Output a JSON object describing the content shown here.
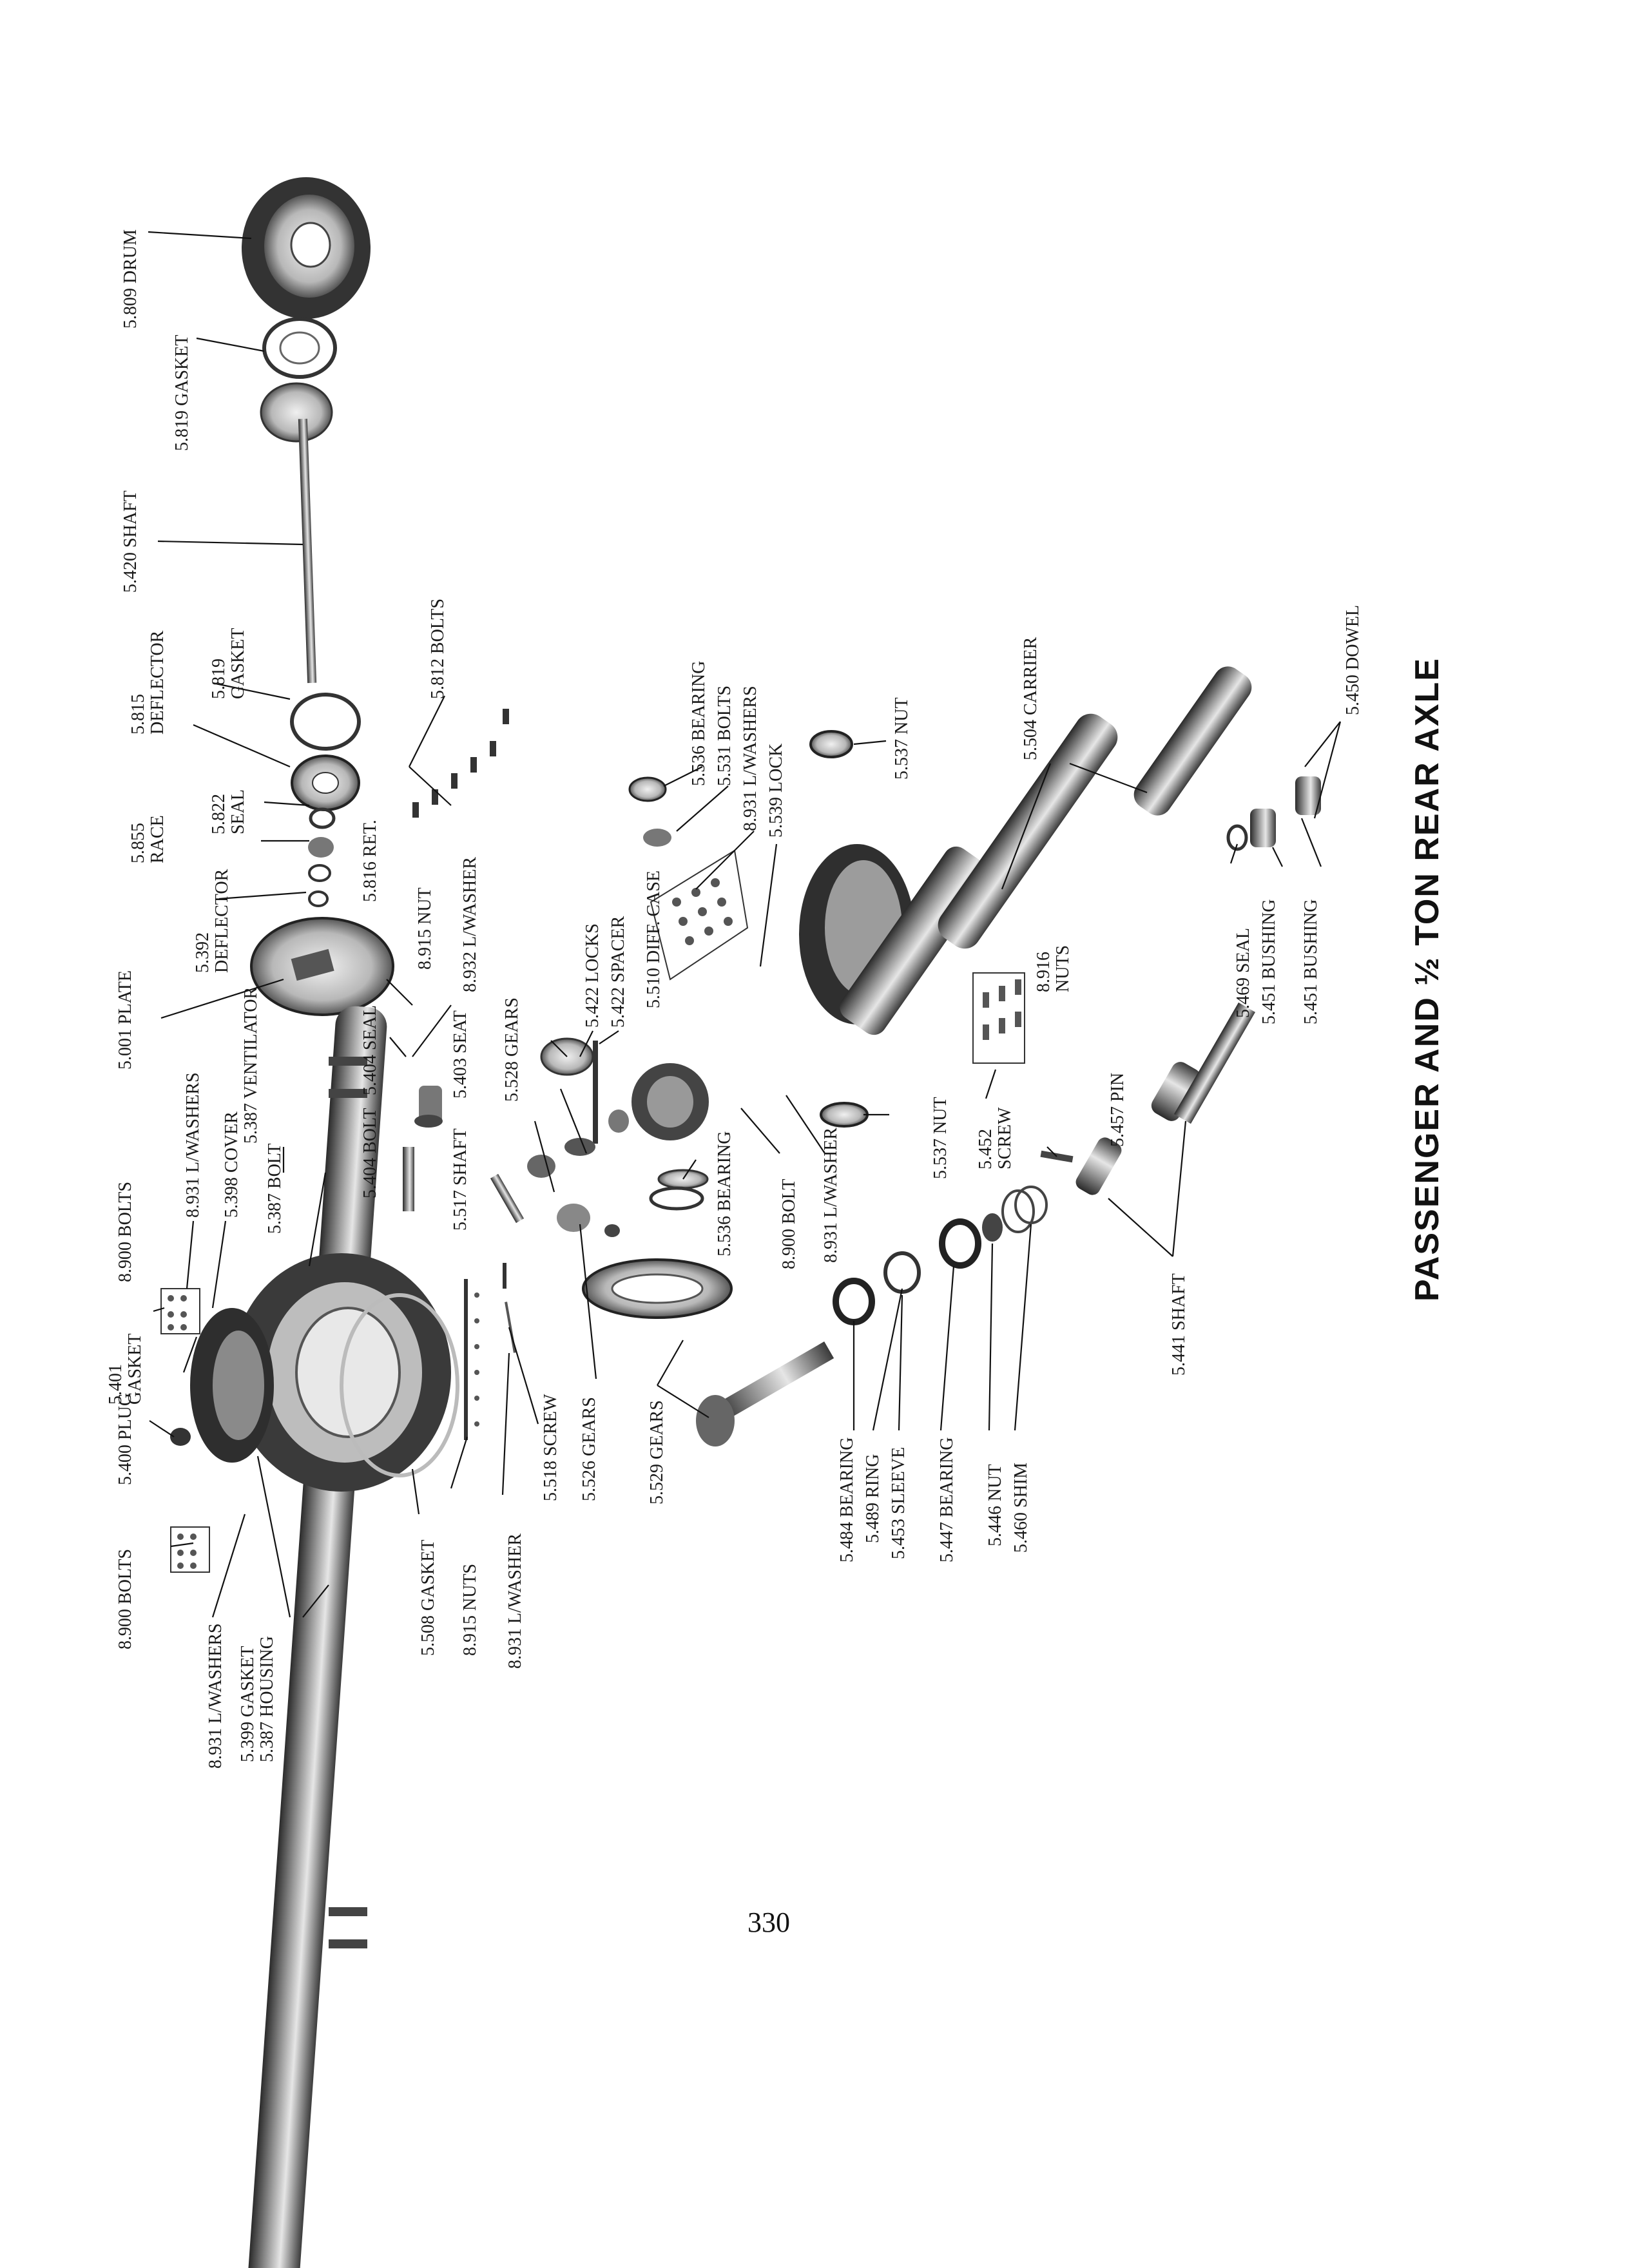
{
  "title": "PASSENGER AND ½ TON REAR AXLE",
  "page_number": "330",
  "labels": {
    "drum": "5.809 DRUM",
    "gasket_5819_top": "5.819 GASKET",
    "shaft_5420": "5.420 SHAFT",
    "deflector_5815": "5.815\nDEFLECTOR",
    "gasket_5819_b": "5.819\nGASKET",
    "bolts_5812": "5.812 BOLTS",
    "race_5855": "5.855\nRACE",
    "seal_5822": "5.822\nSEAL",
    "ret_5816": "5.816 RET.",
    "deflector_5392": "5.392\nDEFLECTOR",
    "nut_8915_top": "8.915 NUT",
    "plate_5001": "5.001 PLATE",
    "lwasher_8932": "8.932 L/WASHER",
    "locks_5422": "5.422 LOCKS",
    "spacer_5422": "5.422 SPACER",
    "diffcase_5510": "5.510 DIFF. CASE",
    "bearing_5536_top": "5.536 BEARING",
    "bolts_5531": "5.531 BOLTS",
    "lwashers_8931_top": "8.931 L/WASHERS",
    "lock_5539": "5.539 LOCK",
    "nut_5537_top": "5.537 NUT",
    "carrier_5504": "5.504 CARRIER",
    "dowel_5450": "5.450 DOWEL",
    "bolts_8900_top": "8.900 BOLTS",
    "lwashers_8931_mid": "8.931 L/WASHERS",
    "cover_5398": "5.398 COVER",
    "ventilator_5387": "5.387 VENTILATOR",
    "bolt_5387": "5.387 BOLT",
    "seal_5404": "5.404 SEAL",
    "seat_5403": "5.403 SEAT",
    "gears_5528": "5.528 GEARS",
    "bolt_5404": "5.404 BOLT",
    "shaft_5517": "5.517 SHAFT",
    "gasket_5401": "5.401\nGASKET",
    "plug_5400": "5.400 PLUG",
    "bolts_8900_bot": "8.900 BOLTS",
    "lwashers_8931_bot": "8.931 L/WASHERS",
    "gasket_5399": "5.399 GASKET",
    "housing_5387": "5.387 HOUSING",
    "gasket_5508": "5.508 GASKET",
    "nuts_8915": "8.915 NUTS",
    "lwasher_8931_a": "8.931 L/WASHER",
    "screw_5518": "5.518 SCREW",
    "gears_5526": "5.526 GEARS",
    "gears_5529": "5.529 GEARS",
    "bearing_5536_bot": "5.536 BEARING",
    "bolt_8900": "8.900 BOLT",
    "lwasher_8931_b": "8.931 L/WASHER",
    "nut_5537_bot": "5.537 NUT",
    "nuts_8916": "8.916\nNUTS",
    "screw_5452": "5.452\nSCREW",
    "pin_5457": "5.457 PIN",
    "seal_5469": "5.469 SEAL",
    "bushing_5451_a": "5.451 BUSHING",
    "bushing_5451_b": "5.451 BUSHING",
    "bearing_5484": "5.484 BEARING",
    "ring_5489": "5.489 RING",
    "sleeve_5453": "5.453 SLEEVE",
    "bearing_5447": "5.447 BEARING",
    "nut_5446": "5.446 NUT",
    "shim_5460": "5.460 SHIM",
    "shaft_5441": "5.441 SHAFT"
  }
}
